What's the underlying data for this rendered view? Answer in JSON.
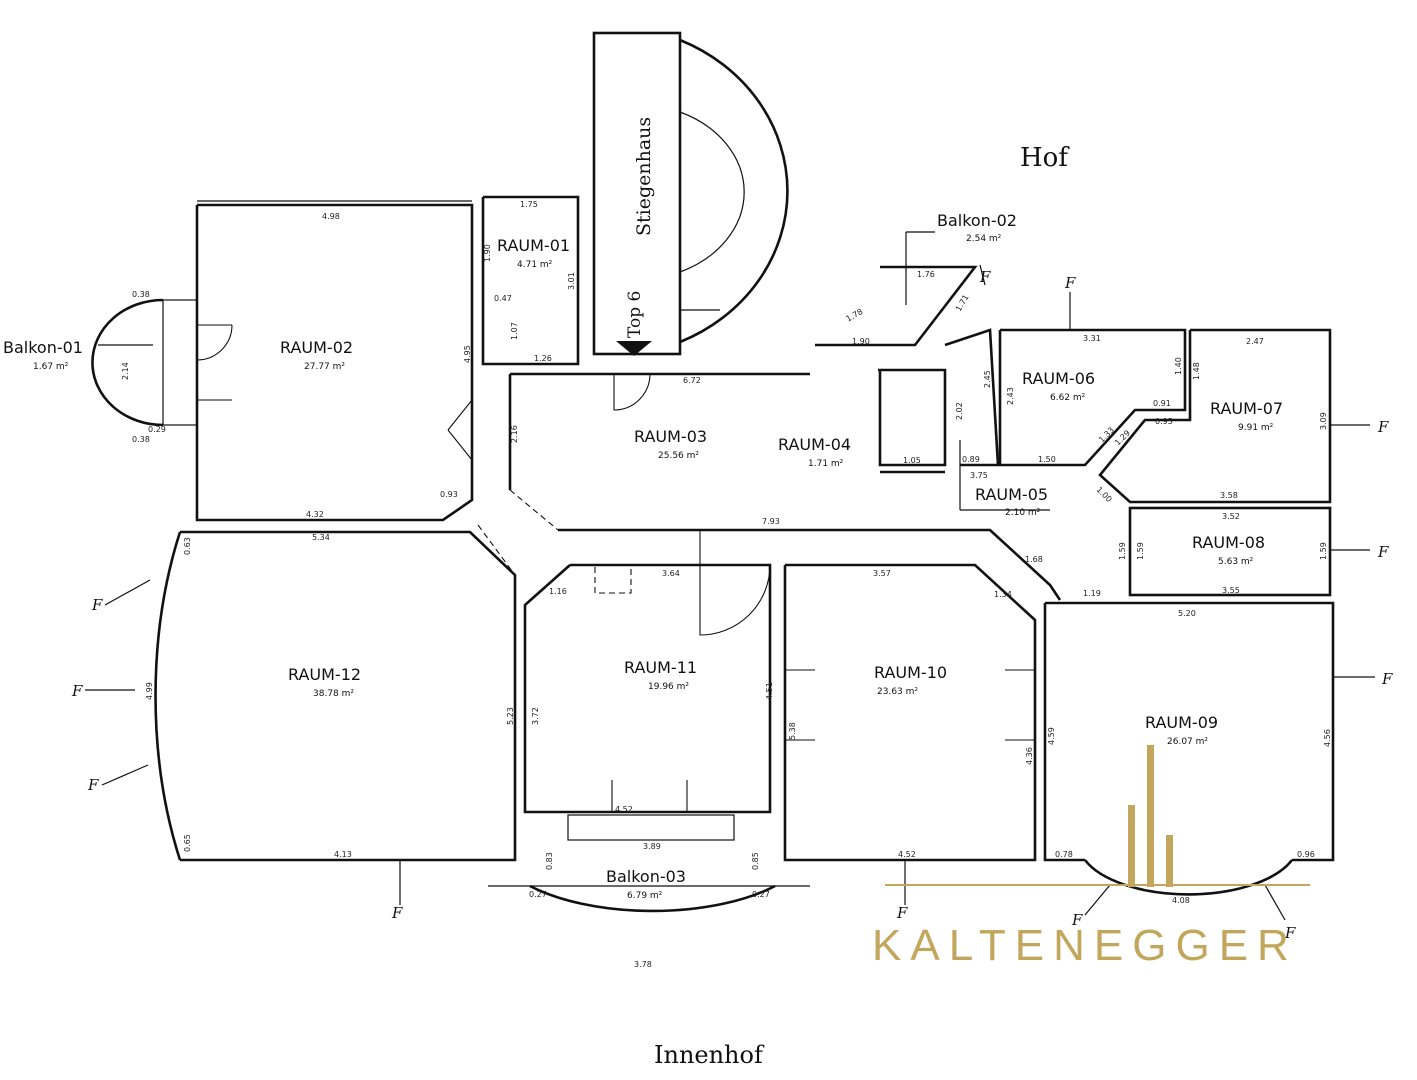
{
  "labels": {
    "hof": "Hof",
    "innenhof": "Innenhof",
    "stiegenhaus": "Stiegenhaus",
    "top": "Top 6"
  },
  "rooms": {
    "raum01": {
      "name": "RAUM-01",
      "area": "4.71 m²"
    },
    "raum02": {
      "name": "RAUM-02",
      "area": "27.77 m²"
    },
    "raum03": {
      "name": "RAUM-03",
      "area": "25.56 m²"
    },
    "raum04": {
      "name": "RAUM-04",
      "area": "1.71 m²"
    },
    "raum05": {
      "name": "RAUM-05",
      "area": "2.10 m²"
    },
    "raum06": {
      "name": "RAUM-06",
      "area": "6.62 m²"
    },
    "raum07": {
      "name": "RAUM-07",
      "area": "9.91 m²"
    },
    "raum08": {
      "name": "RAUM-08",
      "area": "5.63 m²"
    },
    "raum09": {
      "name": "RAUM-09",
      "area": "26.07 m²"
    },
    "raum10": {
      "name": "RAUM-10",
      "area": "23.63 m²"
    },
    "raum11": {
      "name": "RAUM-11",
      "area": "19.96 m²"
    },
    "raum12": {
      "name": "RAUM-12",
      "area": "38.78 m²"
    },
    "balkon01": {
      "name": "Balkon-01",
      "area": "1.67 m²"
    },
    "balkon02": {
      "name": "Balkon-02",
      "area": "2.54 m²"
    },
    "balkon03": {
      "name": "Balkon-03",
      "area": "6.79 m²"
    }
  },
  "dims": {
    "d498": "4.98",
    "d175": "1.75",
    "d190": "1.90",
    "d301": "3.01",
    "d047": "0.47",
    "d107": "1.07",
    "d126": "1.26",
    "d495": "4.95",
    "d216": "2.16",
    "d432": "4.32",
    "d534": "5.34",
    "d093": "0.93",
    "d672": "6.72",
    "d793": "7.93",
    "d364": "3.64",
    "d357": "3.57",
    "d116": "1.16",
    "d134": "1.34",
    "d168": "1.68",
    "d119": "1.19",
    "d520": "5.20",
    "d331": "3.31",
    "d247": "2.47",
    "d091": "0.91",
    "d095": "0.95",
    "d358": "3.58",
    "d352": "3.52",
    "d355": "3.55",
    "d159a": "1.59",
    "d159b": "1.59",
    "d159c": "1.59",
    "d309": "3.09",
    "d456": "4.56",
    "d459": "4.59",
    "d436": "4.36",
    "d451": "4.51",
    "d538": "5.38",
    "d372": "3.72",
    "d523": "5.23",
    "d452a": "4.52",
    "d452b": "4.52",
    "d389": "3.89",
    "d378": "3.78",
    "d413": "4.13",
    "d499": "4.99",
    "d063": "0.63",
    "d065": "0.65",
    "d078": "0.78",
    "d096": "0.96",
    "d408": "4.08",
    "d176": "1.76",
    "d171": "1.71",
    "d178": "1.78",
    "d105": "1.05",
    "d375": "3.75",
    "d089": "0.89",
    "d150": "1.50",
    "d202": "2.02",
    "d245": "2.45",
    "d243": "2.43",
    "d140": "1.40",
    "d148": "1.48",
    "d133": "1.33",
    "d129": "1.29",
    "d100": "1.00",
    "d083": "0.83",
    "d085": "0.85",
    "d027a": "0.27",
    "d027b": "0.27",
    "d214": "2.14",
    "d038a": "0.38",
    "d038b": "0.38",
    "d029": "0.29"
  },
  "window_mark": "F",
  "logo": {
    "text": "KALTENEGGER",
    "color": "#c2a65c"
  }
}
